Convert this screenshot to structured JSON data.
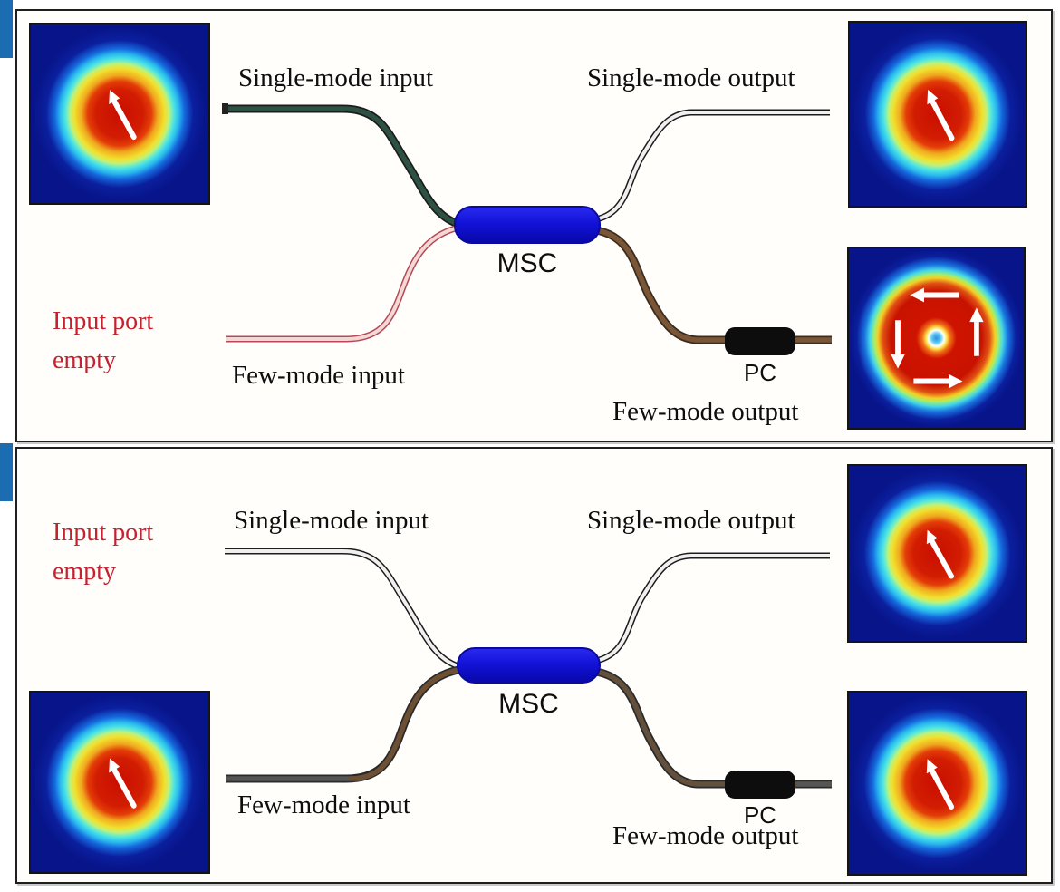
{
  "colors": {
    "accent_tab_blue": "#1b6cb0",
    "msc_blue": "#1414dd",
    "pc_black": "#0d0d0d",
    "empty_port_text_red": "#c5212f",
    "single_mode_input_fiber_green": "#2d5243",
    "empty_fiber_pink_outline": "#b5485a",
    "few_mode_fiber_brown": "#7a5636",
    "empty_fiber_gray": "#f0f0f0",
    "mode_image_background_blue": "#081489"
  },
  "panels": [
    {
      "scenario": "single-mode input active, few-mode input port empty",
      "labels": {
        "sm_input": "Single-mode input",
        "sm_output": "Single-mode output",
        "fm_input": "Few-mode input",
        "fm_output": "Few-mode output",
        "empty_port": "Input port empty",
        "msc": "MSC",
        "pc": "PC"
      },
      "mode_images": {
        "input_left": "fundamental-mode-spot-with-polarization-arrow",
        "single_mode_output": "fundamental-mode-spot-with-polarization-arrow",
        "few_mode_output": "donut-mode-with-polarization-arrows"
      }
    },
    {
      "scenario": "few-mode input active, single-mode input port empty",
      "labels": {
        "sm_input": "Single-mode input",
        "sm_output": "Single-mode output",
        "fm_input": "Few-mode input",
        "fm_output": "Few-mode output",
        "empty_port": "Input port empty",
        "msc": "MSC",
        "pc": "PC"
      },
      "mode_images": {
        "input_left": "fundamental-mode-spot-with-polarization-arrow",
        "single_mode_output": "fundamental-mode-spot-with-polarization-arrow",
        "few_mode_output": "fundamental-mode-spot-with-polarization-arrow"
      }
    }
  ]
}
